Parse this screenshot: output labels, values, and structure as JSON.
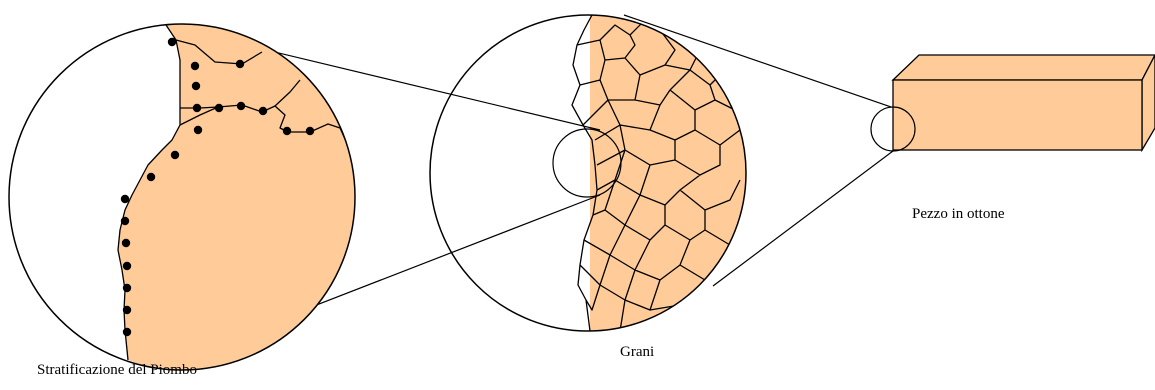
{
  "labels": {
    "lead_layering": "Stratificazione del Piombo",
    "grains": "Grani",
    "brass_piece": "Pezzo in ottone"
  },
  "colors": {
    "fill": "#FFCC99",
    "stroke": "#000000",
    "background": "#FFFFFF"
  }
}
